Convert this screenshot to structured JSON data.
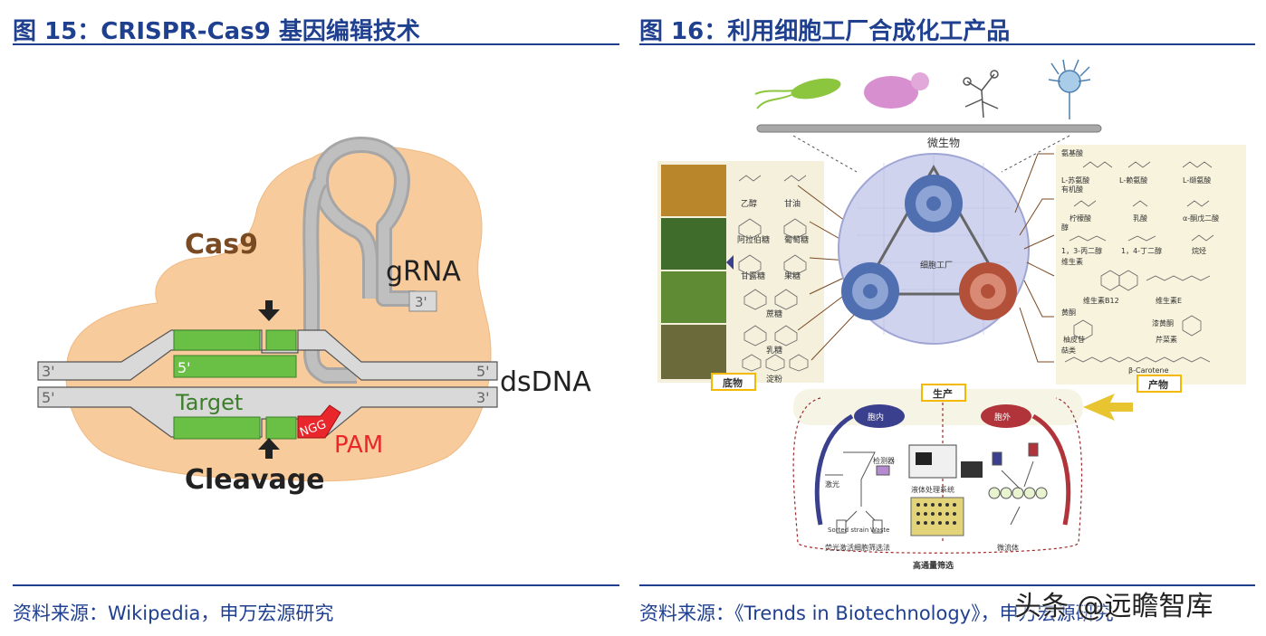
{
  "figure15": {
    "title": "图 15：CRISPR-Cas9 基因编辑技术",
    "source": "资料来源：Wikipedia，申万宏源研究",
    "labels": {
      "cas9": "Cas9",
      "grna": "gRNA",
      "grna_end": "3'",
      "top_left": "3'",
      "top_right": "5'",
      "bottom_left": "5'",
      "bottom_right": "3'",
      "guide_5": "5'",
      "dsdna": "dsDNA",
      "target": "Target",
      "ngg": "NGG",
      "pam": "PAM",
      "cleavage": "Cleavage"
    },
    "colors": {
      "cas9_blob": "#f7cb9b",
      "dna_strand": "#d9d9d9",
      "target": "#6abf45",
      "pam": "#e8262b",
      "grna": "#a6a6a6"
    }
  },
  "figure16": {
    "title": "图 16：利用细胞工厂合成化工产品",
    "source": "资料来源：《Trends in Biotechnology》，申万宏源研究",
    "labels": {
      "microbes": "微生物",
      "cell_factory": "细胞工厂",
      "substrate": "底物",
      "production": "生产",
      "products": "产物",
      "intracellular": "胞内",
      "extracellular": "胞外",
      "detector": "检测器",
      "laser": "激光",
      "sorted_strain": "Sorted strain",
      "waste": "Waste",
      "liquid_system": "液体处理系统",
      "microfluidic": "微流体",
      "fluorescence_sorting": "荧光激活细胞筛选法",
      "hts": "高通量筛选"
    },
    "substrates": [
      "乙醇",
      "甘油",
      "阿拉伯糖",
      "葡萄糖",
      "甘露糖",
      "果糖",
      "蔗糖",
      "乳糖",
      "淀粉"
    ],
    "products": [
      "氨基酸",
      "L-苏氨酸",
      "L-赖氨酸",
      "L-缬氨酸",
      "有机酸",
      "柠檬酸",
      "乳酸",
      "α-酮戊二酸",
      "醇",
      "1，3-丙二醇",
      "1，4-丁二醇",
      "烷烃",
      "维生素",
      "维生素B12",
      "维生素E",
      "黄酮",
      "柚皮苷",
      "芹菜素",
      "漆黄酮",
      "萜类",
      "β-Carotene"
    ],
    "colors": {
      "factory_circle": "#cfd3ee",
      "gear_blue": "#4f6fb0",
      "gear_red": "#b2503a",
      "substrate_bg": "#f4f0dc",
      "product_bg": "#f7f3dc",
      "label_box": "#f5b800",
      "arrow_blue": "#3a3f8e",
      "arrow_red": "#b0343a"
    }
  },
  "watermark": "头条 @远瞻智库"
}
